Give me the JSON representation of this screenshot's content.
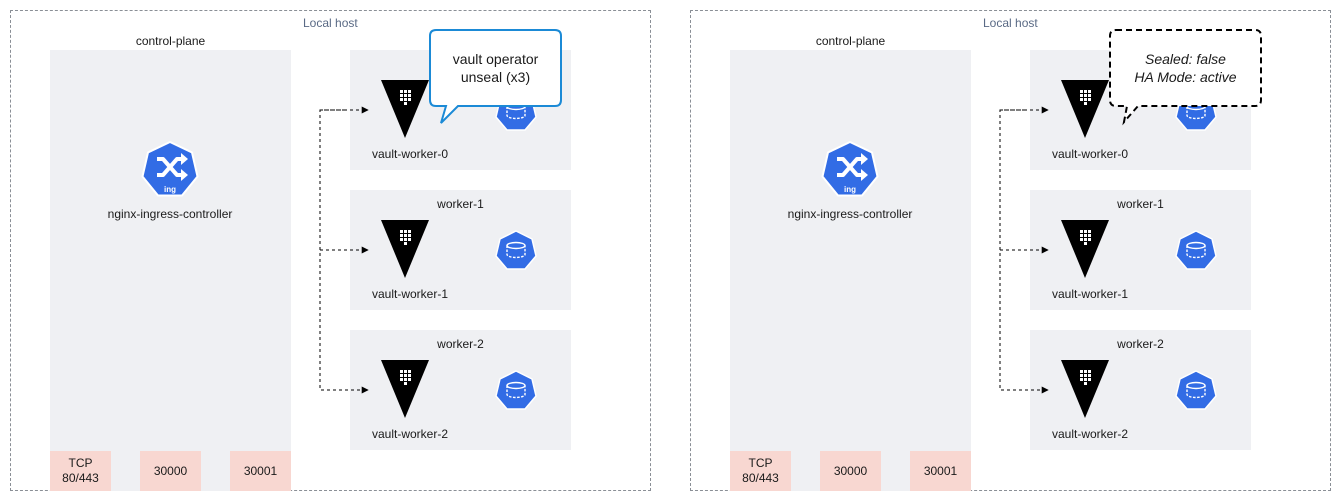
{
  "panels": [
    {
      "host_label": "Local host",
      "control_plane_label": "control-plane",
      "ingress_label": "nginx-ingress-controller",
      "ingress_badge": "ing",
      "workers": [
        {
          "node_label": "",
          "vault_label": "vault-worker-0"
        },
        {
          "node_label": "worker-1",
          "vault_label": "vault-worker-1"
        },
        {
          "node_label": "worker-2",
          "vault_label": "vault-worker-2"
        }
      ],
      "ports": [
        "TCP\n80/443",
        "30000",
        "30001"
      ],
      "callout": {
        "line1": "vault operator",
        "line2": "unseal (x3)",
        "style": "speech-blue"
      }
    },
    {
      "host_label": "Local host",
      "control_plane_label": "control-plane",
      "ingress_label": "nginx-ingress-controller",
      "ingress_badge": "ing",
      "workers": [
        {
          "node_label": "",
          "vault_label": "vault-worker-0"
        },
        {
          "node_label": "worker-1",
          "vault_label": "vault-worker-1"
        },
        {
          "node_label": "worker-2",
          "vault_label": "vault-worker-2"
        }
      ],
      "ports": [
        "TCP\n80/443",
        "30000",
        "30001"
      ],
      "callout": {
        "line1": "Sealed: false",
        "line2": "HA Mode: active",
        "style": "dashed-black"
      }
    }
  ],
  "colors": {
    "k8s_blue": "#326ce5",
    "port_fill": "#f8d7d1",
    "node_fill": "#eff0f3",
    "callout_blue": "#1b8ad6",
    "vault_black": "#000000"
  },
  "icons": {
    "ingress": "kubernetes-ingress-icon",
    "vault": "vault-triangle-icon",
    "volume": "kubernetes-volume-icon"
  }
}
